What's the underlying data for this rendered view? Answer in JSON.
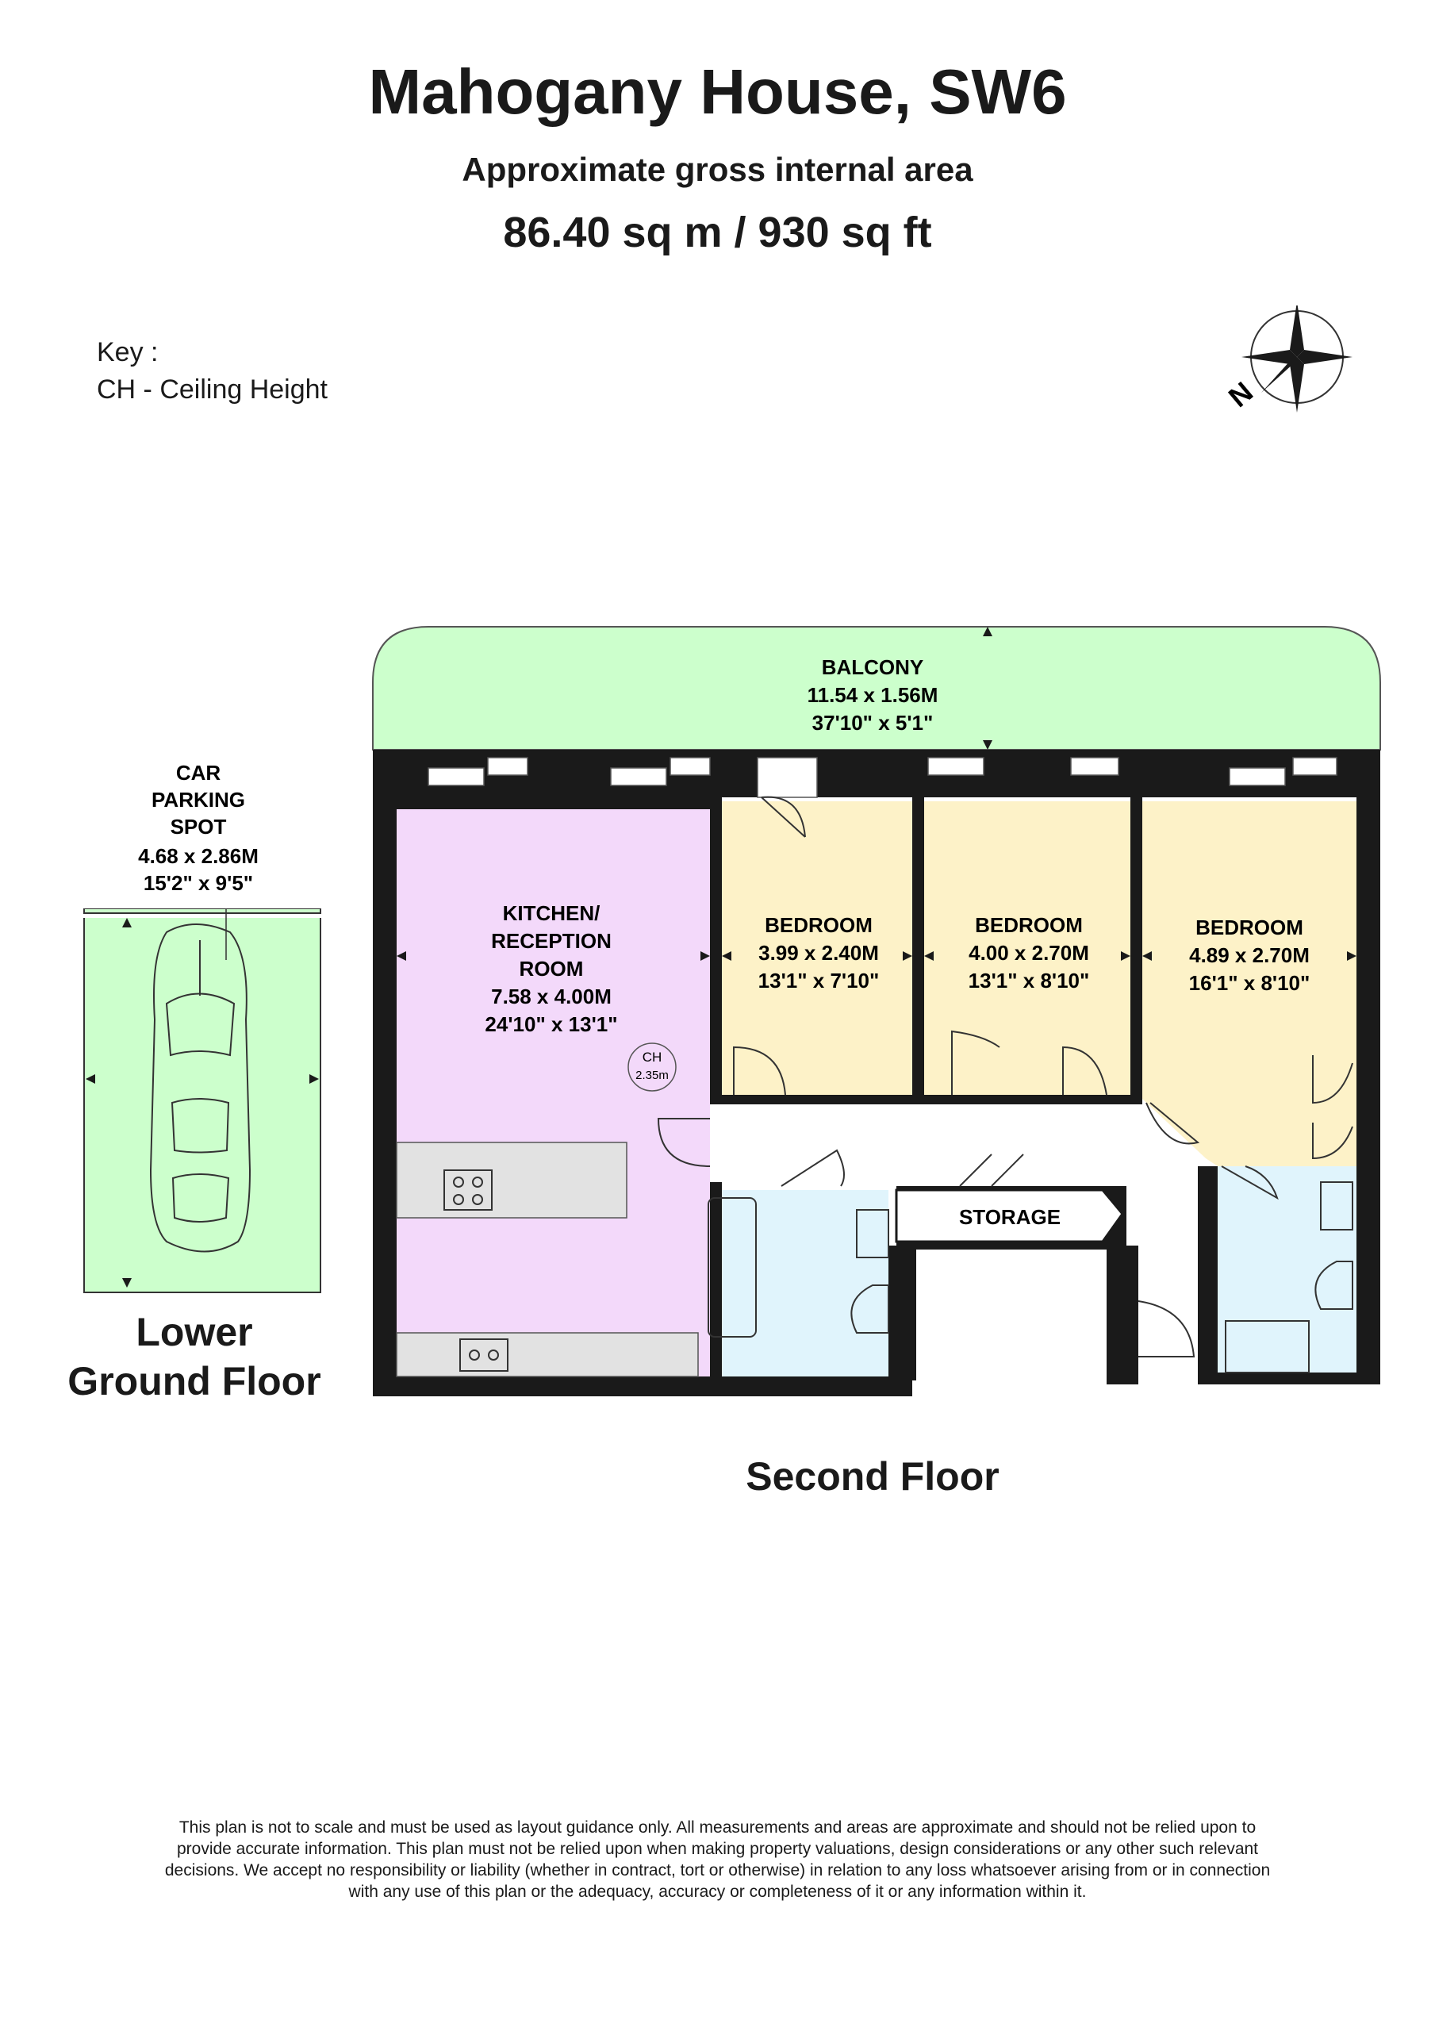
{
  "header": {
    "title": "Mahogany House, SW6",
    "subtitle": "Approximate gross internal area",
    "area": "86.40 sq m /  930 sq ft"
  },
  "key": {
    "heading": "Key :",
    "entry": "CH - Ceiling Height"
  },
  "compass": {
    "north_label": "N"
  },
  "parking": {
    "name_line1": "CAR",
    "name_line2": "PARKING",
    "name_line3": "SPOT",
    "metric": "4.68 x 2.86M",
    "imperial": "15'2\" x 9'5\"",
    "floor_line1": "Lower",
    "floor_line2": "Ground Floor"
  },
  "rooms": {
    "balcony": {
      "name": "BALCONY",
      "metric": "11.54 x 1.56M",
      "imperial": "37'10\" x 5'1\""
    },
    "kitchen": {
      "name_line1": "KITCHEN/",
      "name_line2": "RECEPTION",
      "name_line3": "ROOM",
      "metric": "7.58 x 4.00M",
      "imperial": "24'10\" x 13'1\""
    },
    "ceiling": {
      "label": "CH",
      "value": "2.35m"
    },
    "bedroom1": {
      "name": "BEDROOM",
      "metric": "3.99 x 2.40M",
      "imperial": "13'1\" x 7'10\""
    },
    "bedroom2": {
      "name": "BEDROOM",
      "metric": "4.00 x 2.70M",
      "imperial": "13'1\" x 8'10\""
    },
    "bedroom3": {
      "name": "BEDROOM",
      "metric": "4.89 x 2.70M",
      "imperial": "16'1\" x 8'10\""
    },
    "storage": {
      "name": "STORAGE"
    }
  },
  "floor_label": "Second Floor",
  "disclaimer": "This plan is not to scale and must be used as layout guidance only. All measurements and areas are approximate and should not be relied upon to provide accurate information. This plan must not be relied upon when making property valuations, design considerations or any other such relevant decisions. We accept no responsibility or liability (whether in contract, tort or otherwise) in relation to any loss whatsoever arising from or in connection with any use of this plan or the adequacy, accuracy or completeness of it or any information within it.",
  "colors": {
    "balcony": "#ccffcc",
    "kitchen": "#f3d9fa",
    "bedroom": "#fdf2c8",
    "bathroom": "#e0f4fc",
    "wall": "#1a1a1a",
    "counter": "#e2e2e2"
  }
}
